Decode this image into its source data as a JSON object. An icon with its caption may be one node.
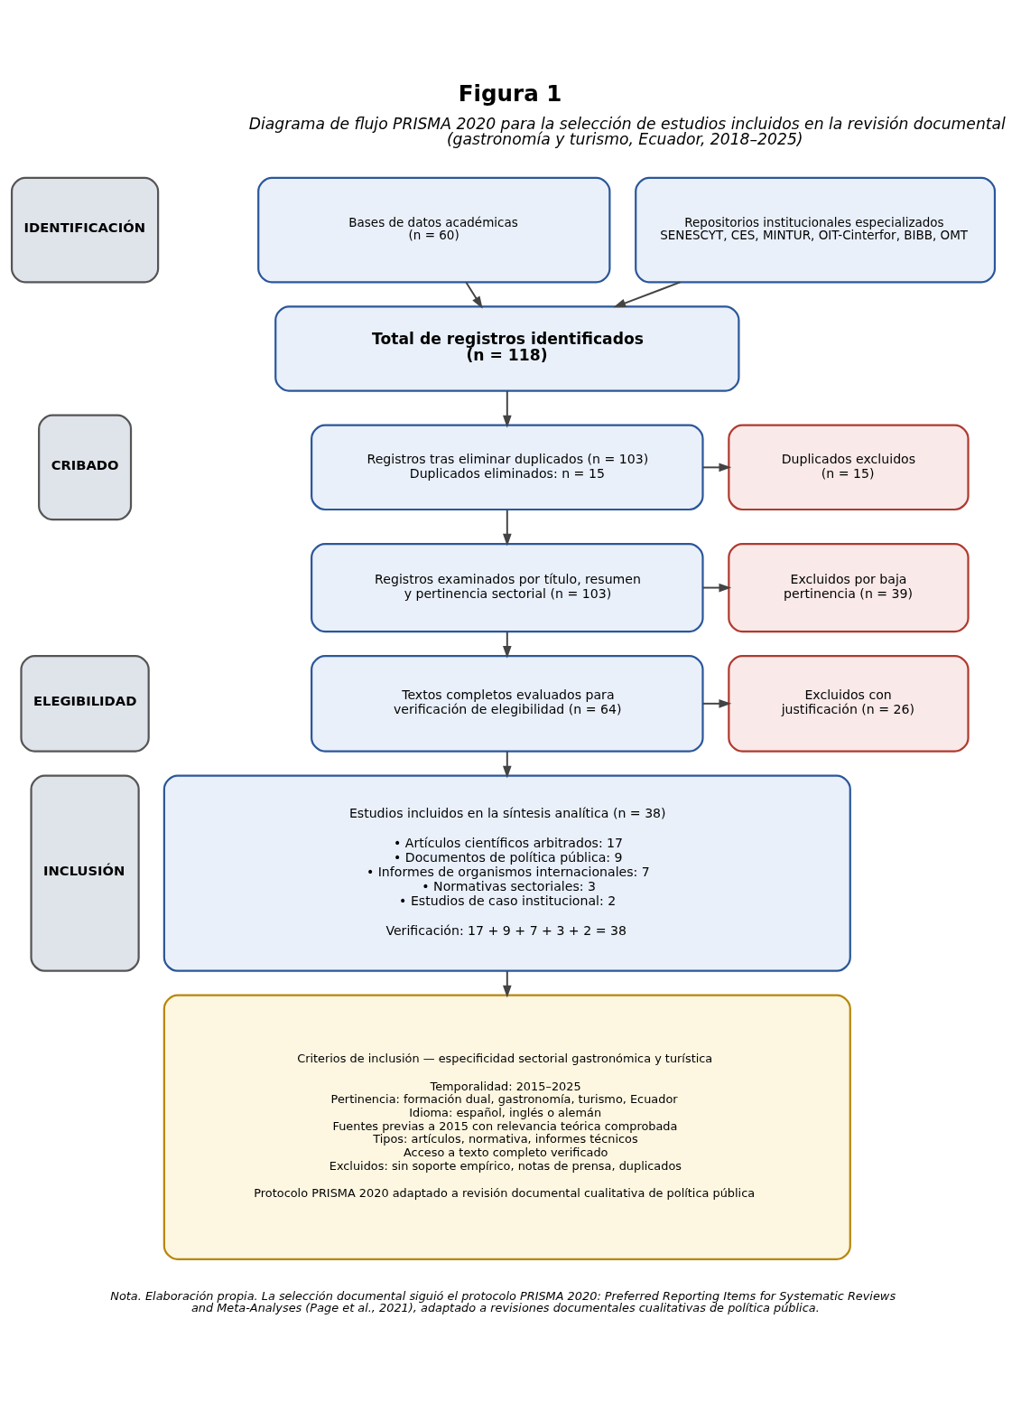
{
  "diagram": {
    "title": "Figura 1",
    "caption": "Nota. Elaboración propia. La selección documental siguió el protocolo PRISMA 2020: Preferred Reporting Items for Systematic Reviews and Meta-Analyses (Page et al., 2021), adaptado a revisiones documentales cualitativas de política pública.",
    "nodes": [
      {
        "text": [
          "IDENTIFICACIÓN"
        ]
      },
      {
        "text": [
          "Bases de datos académicas",
          "(n = 60)"
        ]
      },
      {
        "text": [
          "Repositorios institucionales especializados",
          "SENESCYT, CES, MINTUR, OIT-Cinterfor, BIBB, OMT"
        ]
      },
      {
        "text": [
          "Total de registros identificados",
          "(n = 118)"
        ]
      },
      {
        "text": [
          "CRIBADO"
        ]
      },
      {
        "text": [
          "Registros tras eliminar duplicados (n = 103)",
          "Duplicados eliminados: n = 15"
        ]
      },
      {
        "text": [
          "Duplicados excluidos (n = 15)"
        ]
      },
      {
        "text": [
          "Registros examinados por título, resumen y pertinencia sectorial (n = 103)"
        ]
      },
      {
        "text": [
          "Excluidos por baja pertinencia (n = 39)"
        ]
      },
      {
        "text": [
          "ELEGIBILIDAD"
        ]
      },
      {
        "text": [
          "Textos completos evaluados para verificación de elegibilidad (n = 64)"
        ]
      },
      {
        "text": [
          "Excluidos con justificación (n = 26)"
        ]
      },
      {
        "text": [
          "INCLUSIÓN"
        ]
      },
      {
        "text": [
          "Estudios incluidos en la síntesis analítica (n = 38)",
          "• Artículos científicos arbitrados: 17",
          "• Documentos de política pública: 9",
          "• Informes de organismos internacionales: 7",
          "• Normativas sectoriales: 3",
          "• Estudios de caso institucional: 2",
          "Verificación: 17 + 9 + 7 + 3 + 2 = 38"
        ]
      },
      {
        "text": [
          "Criterios de inclusión — especificidad sectorial gastronómica y turística",
          "Temporalidad: 2015–2025",
          "Pertinencia: formación dual, gastronomía, turismo, Ecuador",
          "Idioma: español, inglés o alemán",
          "Fuentes previas a 2015 con relevancia teórica comprobada",
          "Tipos: artículos, normativa, informes técnicos",
          "Acceso a texto completo verificado",
          "Excluidos: sin soporte empírico, notas de prensa, duplicados",
          "Protocolo PRISMA 2020 adaptado a revisión documental cualitativa de política pública"
        ]
      }
    ],
    "edges": [
      {
        "from": 1,
        "to": 3,
        "arrow": "to"
      },
      {
        "from": 2,
        "to": 3,
        "arrow": "to"
      },
      {
        "from": 3,
        "to": 5,
        "arrow": "to"
      },
      {
        "from": 5,
        "to": 6,
        "arrow": "to"
      },
      {
        "from": 5,
        "to": 7,
        "arrow": "to"
      },
      {
        "from": 7,
        "to": 8,
        "arrow": "to"
      },
      {
        "from": 7,
        "to": 10,
        "arrow": "to"
      },
      {
        "from": 10,
        "to": 11,
        "arrow": "to"
      },
      {
        "from": 10,
        "to": 13,
        "arrow": "to"
      },
      {
        "from": 13,
        "to": 14,
        "arrow": "to"
      }
    ],
    "labels": [
      "Diagrama de flujo PRISMA 2020 para la selección de estudios incluidos en la revisión documental (gastronomía y turismo, Ecuador, 2018–2025)"
    ]
  }
}
